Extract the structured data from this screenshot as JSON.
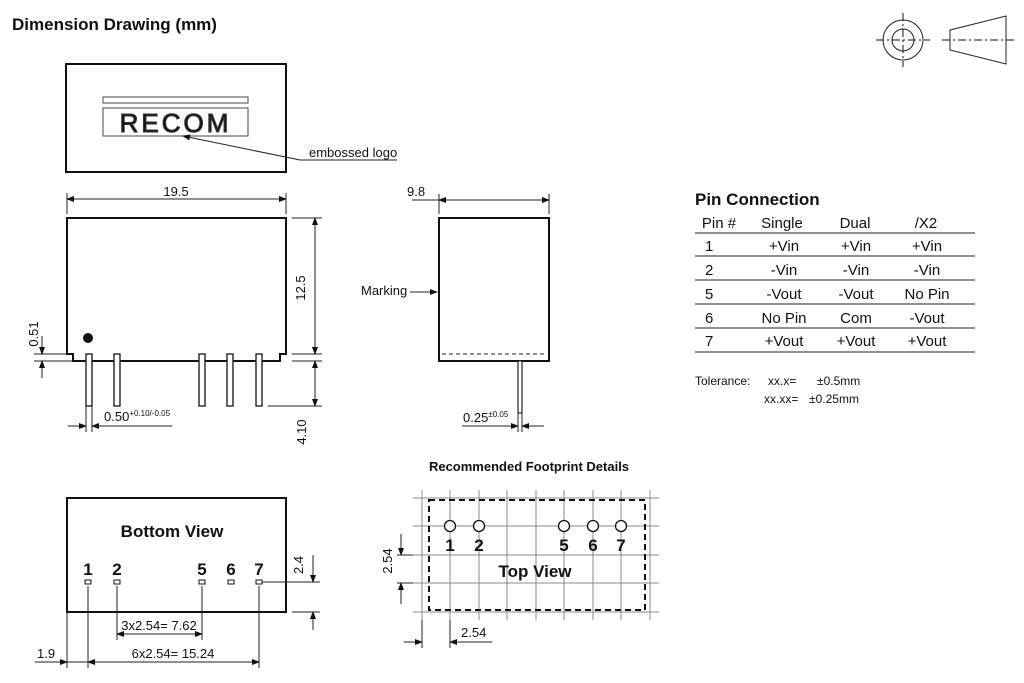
{
  "title": "Dimension Drawing (mm)",
  "symbols": {
    "first": "first-angle-circle-icon",
    "second": "projection-cone-icon"
  },
  "top_view_logo": {
    "logo_text": "RECOM",
    "callout": "embossed logo"
  },
  "front_view": {
    "width": "19.5",
    "height": "12.5",
    "standoff": "0.51",
    "pin_width": "0.50",
    "pin_width_tol": "+0.10/-0.05",
    "pin_length": "4.10"
  },
  "side_view": {
    "depth": "9.8",
    "marking": "Marking",
    "pin_thickness": "0.25",
    "pin_thickness_tol": "±0.05"
  },
  "pin_table": {
    "title": "Pin Connection",
    "headers": [
      "Pin #",
      "Single",
      "Dual",
      "/X2"
    ],
    "rows": [
      [
        "1",
        "+Vin",
        "+Vin",
        "+Vin"
      ],
      [
        "2",
        "-Vin",
        "-Vin",
        "-Vin"
      ],
      [
        "5",
        "-Vout",
        "-Vout",
        "No Pin"
      ],
      [
        "6",
        "No Pin",
        "Com",
        "-Vout"
      ],
      [
        "7",
        "+Vout",
        "+Vout",
        "+Vout"
      ]
    ]
  },
  "tolerance": {
    "label": "Tolerance:",
    "line1_key": "xx.x=",
    "line1_val": "±0.5mm",
    "line2_key": "xx.xx=",
    "line2_val": "±0.25mm"
  },
  "bottom_view": {
    "title": "Bottom View",
    "pins": [
      "1",
      "2",
      "5",
      "6",
      "7"
    ],
    "pin_row_offset": "2.4",
    "dim_3pitch": "3x2.54= 7.62",
    "dim_6pitch": "6x2.54= 15.24",
    "edge_offset": "1.9"
  },
  "footprint": {
    "title": "Recommended Footprint Details",
    "view_label": "Top View",
    "pins": [
      "1",
      "2",
      "5",
      "6",
      "7"
    ],
    "pitch_v": "2.54",
    "pitch_h": "2.54"
  }
}
